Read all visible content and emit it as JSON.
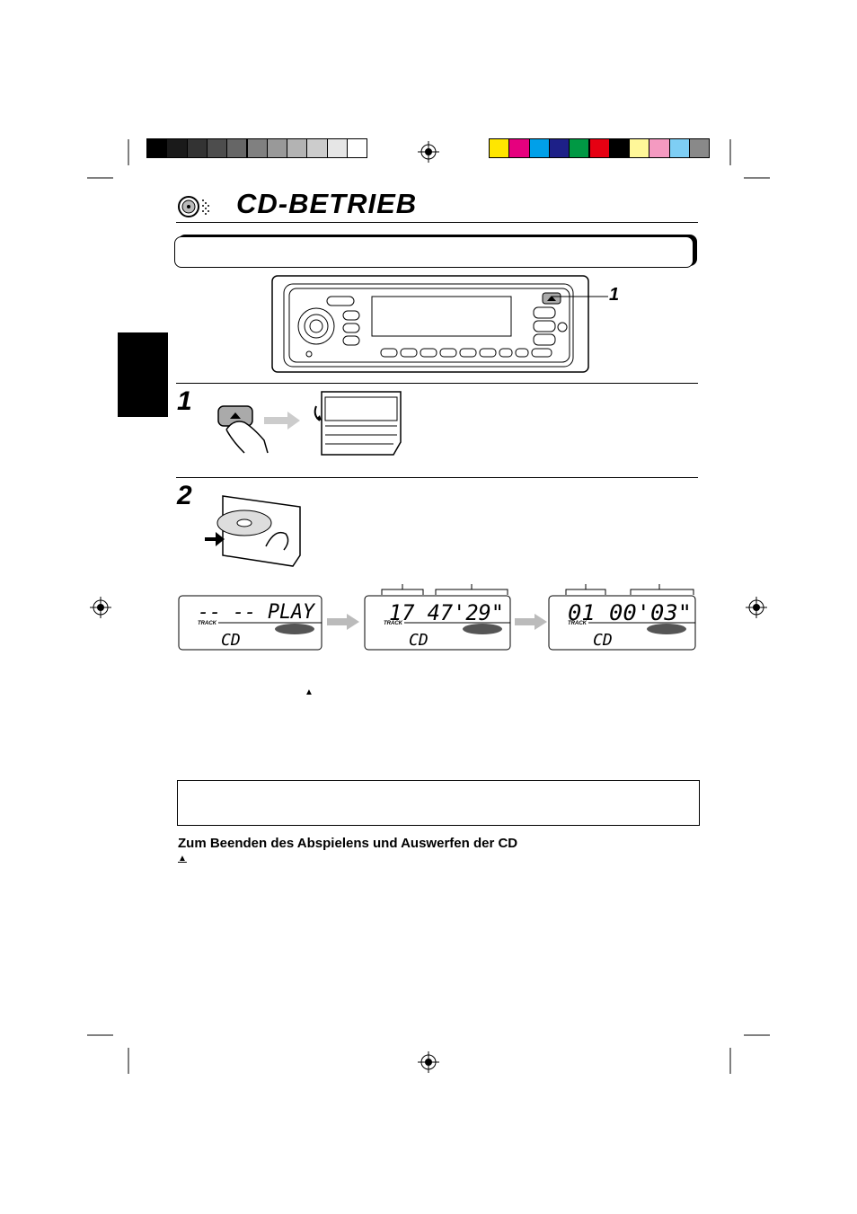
{
  "page": {
    "title": "CD-BETRIEB",
    "eject_symbol": "▲",
    "stop_heading": "Zum Beenden des Abspielens und Auswerfen der CD"
  },
  "color_bar": {
    "grays": [
      "#000000",
      "#1a1a1a",
      "#333333",
      "#4d4d4d",
      "#666666",
      "#808080",
      "#999999",
      "#b3b3b3",
      "#cccccc",
      "#e6e6e6",
      "#ffffff"
    ],
    "colors": [
      "#ffe600",
      "#e6007e",
      "#00a0e9",
      "#1d2088",
      "#009944",
      "#e60012",
      "#000000",
      "#fff799",
      "#f49ac1",
      "#7ecef4",
      "#898989"
    ]
  },
  "steps": {
    "callout_1": "1",
    "step_1": "1",
    "step_2": "2"
  },
  "displays": [
    {
      "top": "-- --  PLAY",
      "indicator": "TRACK",
      "bottom": "CD"
    },
    {
      "top": "17  47'29\"",
      "indicator": "TRACK",
      "bottom": "CD"
    },
    {
      "top": "01  00'03\"",
      "indicator": "TRACK",
      "bottom": "CD"
    }
  ]
}
